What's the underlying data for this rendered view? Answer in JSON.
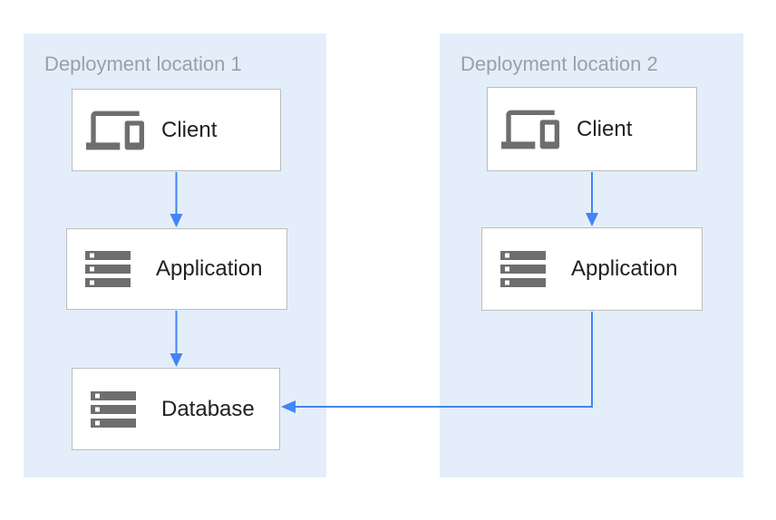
{
  "diagram": {
    "zones": [
      {
        "label": "Deployment location 1",
        "nodes": [
          {
            "id": "client-1",
            "label": "Client",
            "icon": "devices-icon"
          },
          {
            "id": "application-1",
            "label": "Application",
            "icon": "server-stack-icon"
          },
          {
            "id": "database-1",
            "label": "Database",
            "icon": "server-stack-icon"
          }
        ]
      },
      {
        "label": "Deployment location 2",
        "nodes": [
          {
            "id": "client-2",
            "label": "Client",
            "icon": "devices-icon"
          },
          {
            "id": "application-2",
            "label": "Application",
            "icon": "server-stack-icon"
          }
        ]
      }
    ],
    "edges": [
      {
        "from": "client-1",
        "to": "application-1"
      },
      {
        "from": "application-1",
        "to": "database-1"
      },
      {
        "from": "client-2",
        "to": "application-2"
      },
      {
        "from": "application-2",
        "to": "database-1"
      }
    ],
    "colors": {
      "zone_bg": "#e4eefa",
      "arrow": "#4285f4",
      "box_border": "#bdbdbd",
      "box_bg": "#ffffff",
      "icon": "#6e6e6e",
      "node_label": "#212121",
      "zone_title": "#9aa0a6"
    }
  }
}
